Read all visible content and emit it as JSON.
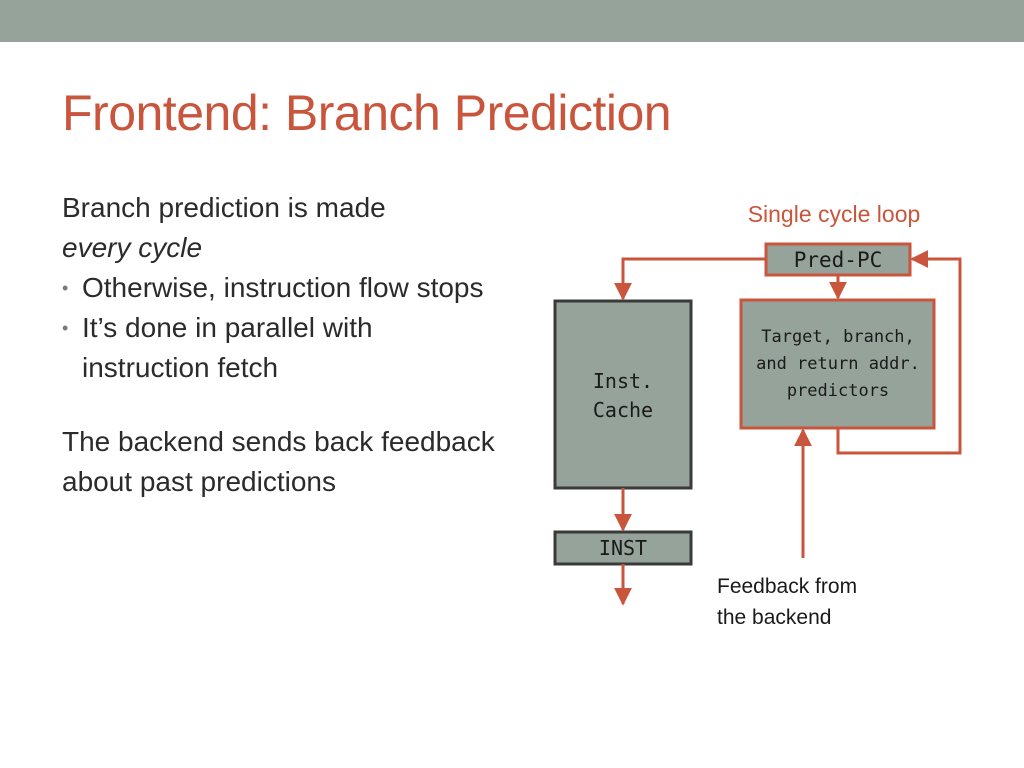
{
  "slide": {
    "title": "Frontend: Branch Prediction",
    "body": {
      "para1_line1": "Branch prediction is made",
      "para1_line2": "every cycle",
      "bullets": [
        "Otherwise, instruction flow stops",
        "It’s done in parallel with instruction fetch"
      ],
      "para2": "The backend sends back feedback about past predictions"
    }
  },
  "diagram": {
    "loop_label": "Single cycle loop",
    "pred_pc_label": "Pred-PC",
    "predictors_lines": [
      "Target, branch,",
      "and return addr.",
      "predictors"
    ],
    "cache_lines": [
      "Inst.",
      "Cache"
    ],
    "inst_label": "INST",
    "feedback_lines": [
      "Feedback from",
      "the backend"
    ]
  },
  "colors": {
    "accent": "#c9553c",
    "box_fill": "#95a39b",
    "band": "#95a39b",
    "text": "#2b2b2b"
  }
}
